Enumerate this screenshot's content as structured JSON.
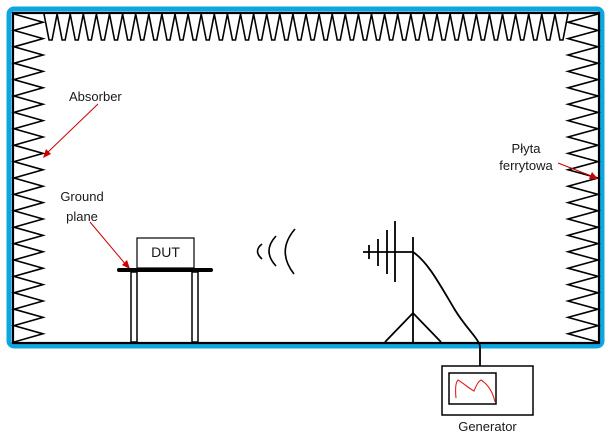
{
  "diagram": {
    "title": "EMC anechoic chamber test setup",
    "colors": {
      "frame": "#0ea5e0",
      "wall": "#000000",
      "leader": "#cc0000",
      "signal": "#e02020",
      "background": "#ffffff"
    },
    "labels": {
      "absorber": "Absorber",
      "ground_plane_line1": "Ground",
      "ground_plane_line2": "plane",
      "dut": "DUT",
      "ferrite_line1": "Płyta",
      "ferrite_line2": "ferrytowa",
      "generator": "Generator"
    },
    "components": [
      {
        "id": "chamber",
        "name": "Anechoic chamber"
      },
      {
        "id": "absorber",
        "name": "Absorber wedges",
        "walls": [
          "top",
          "left",
          "right"
        ]
      },
      {
        "id": "ferrite",
        "name": "Ferrite tile lining"
      },
      {
        "id": "ground-plane",
        "name": "Ground plane table"
      },
      {
        "id": "dut",
        "name": "Device under test"
      },
      {
        "id": "emission",
        "name": "Radiated emission waves",
        "wave_count": 3
      },
      {
        "id": "antenna",
        "name": "Log-periodic antenna on tripod",
        "element_count": 4
      },
      {
        "id": "generator",
        "name": "Signal generator"
      }
    ]
  }
}
